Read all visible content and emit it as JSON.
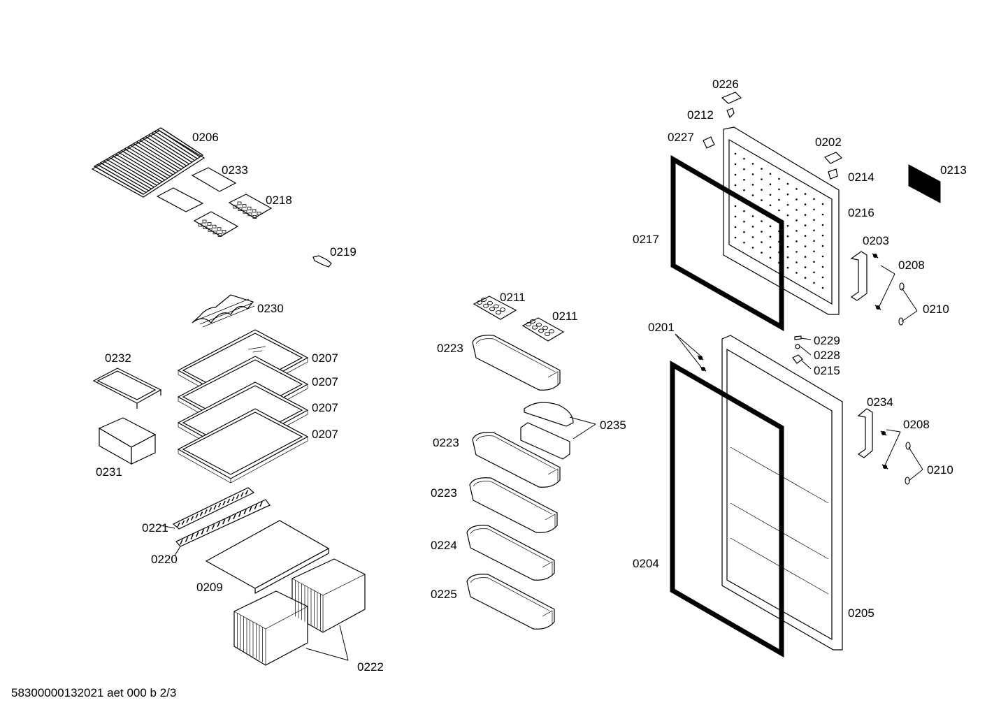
{
  "footer": {
    "document_code": "58300000132021 aet 000 b 2/3"
  },
  "labels": {
    "l0206": "0206",
    "l0233": "0233",
    "l0218": "0218",
    "l0219": "0219",
    "l0230": "0230",
    "l0232": "0232",
    "l0207a": "0207",
    "l0207b": "0207",
    "l0207c": "0207",
    "l0207d": "0207",
    "l0231": "0231",
    "l0221": "0221",
    "l0220": "0220",
    "l0209": "0209",
    "l0222": "0222",
    "l0211a": "0211",
    "l0211b": "0211",
    "l0223a": "0223",
    "l0235": "0235",
    "l0223b": "0223",
    "l0223c": "0223",
    "l0224": "0224",
    "l0225": "0225",
    "l0226": "0226",
    "l0212": "0212",
    "l0227": "0227",
    "l0202": "0202",
    "l0214": "0214",
    "l0213": "0213",
    "l0216": "0216",
    "l0217": "0217",
    "l0203": "0203",
    "l0208a": "0208",
    "l0210a": "0210",
    "l0201": "0201",
    "l0229": "0229",
    "l0228": "0228",
    "l0215": "0215",
    "l0234": "0234",
    "l0208b": "0208",
    "l0210b": "0210",
    "l0204": "0204",
    "l0205": "0205"
  }
}
